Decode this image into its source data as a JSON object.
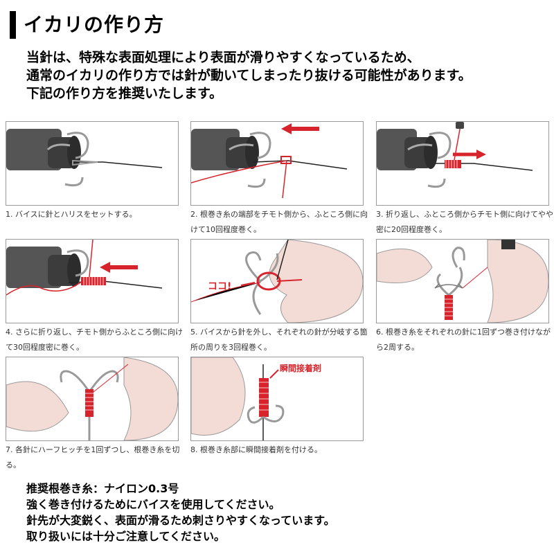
{
  "header": {
    "title": "イカリの作り方"
  },
  "intro": [
    "当針は、特殊な表面処理により表面が滑りやすくなっているため、",
    "通常のイカリの作り方では針が動いてしまったり抜ける可能性があります。",
    "下記の作り方を推奨いたします。"
  ],
  "steps": [
    {
      "caption": "1. バイスに針とハリスをセットする。"
    },
    {
      "caption": "2. 根巻き糸の端部をチモト側から、ふところ側に向けて10回程度巻く。"
    },
    {
      "caption": "3. 折り返し、ふところ側からチモト側に向けてやや密に20回程度巻く。"
    },
    {
      "caption": "4. さらに折り返し、チモト側からふところ側に向けて30回程度密に巻く。"
    },
    {
      "caption": "5. バイスから針を外し、それぞれの針が分岐する箇所の周りを3回程巻く。",
      "callout": "ココ!"
    },
    {
      "caption": "6. 根巻き糸をそれぞれの針に1回ずつ巻き付けながら2周する。"
    },
    {
      "caption": "7. 各針にハーフヒッチを1回ずつし、根巻き糸を切る。"
    },
    {
      "caption": "8. 根巻き糸部に瞬間接着剤を付ける。",
      "callout": "瞬間接着剤"
    }
  ],
  "notes": [
    "推奨根巻き糸：ナイロン0.3号",
    "強く巻き付けるためにバイスを使用してください。",
    "針先が大変鋭く、表面が滑るため刺さりやすくなっています。",
    "取り扱いには十分ご注意してください。"
  ],
  "colors": {
    "accent": "#d7242c",
    "vise": "#4a4a4a",
    "skin": "#f4dcd6"
  }
}
